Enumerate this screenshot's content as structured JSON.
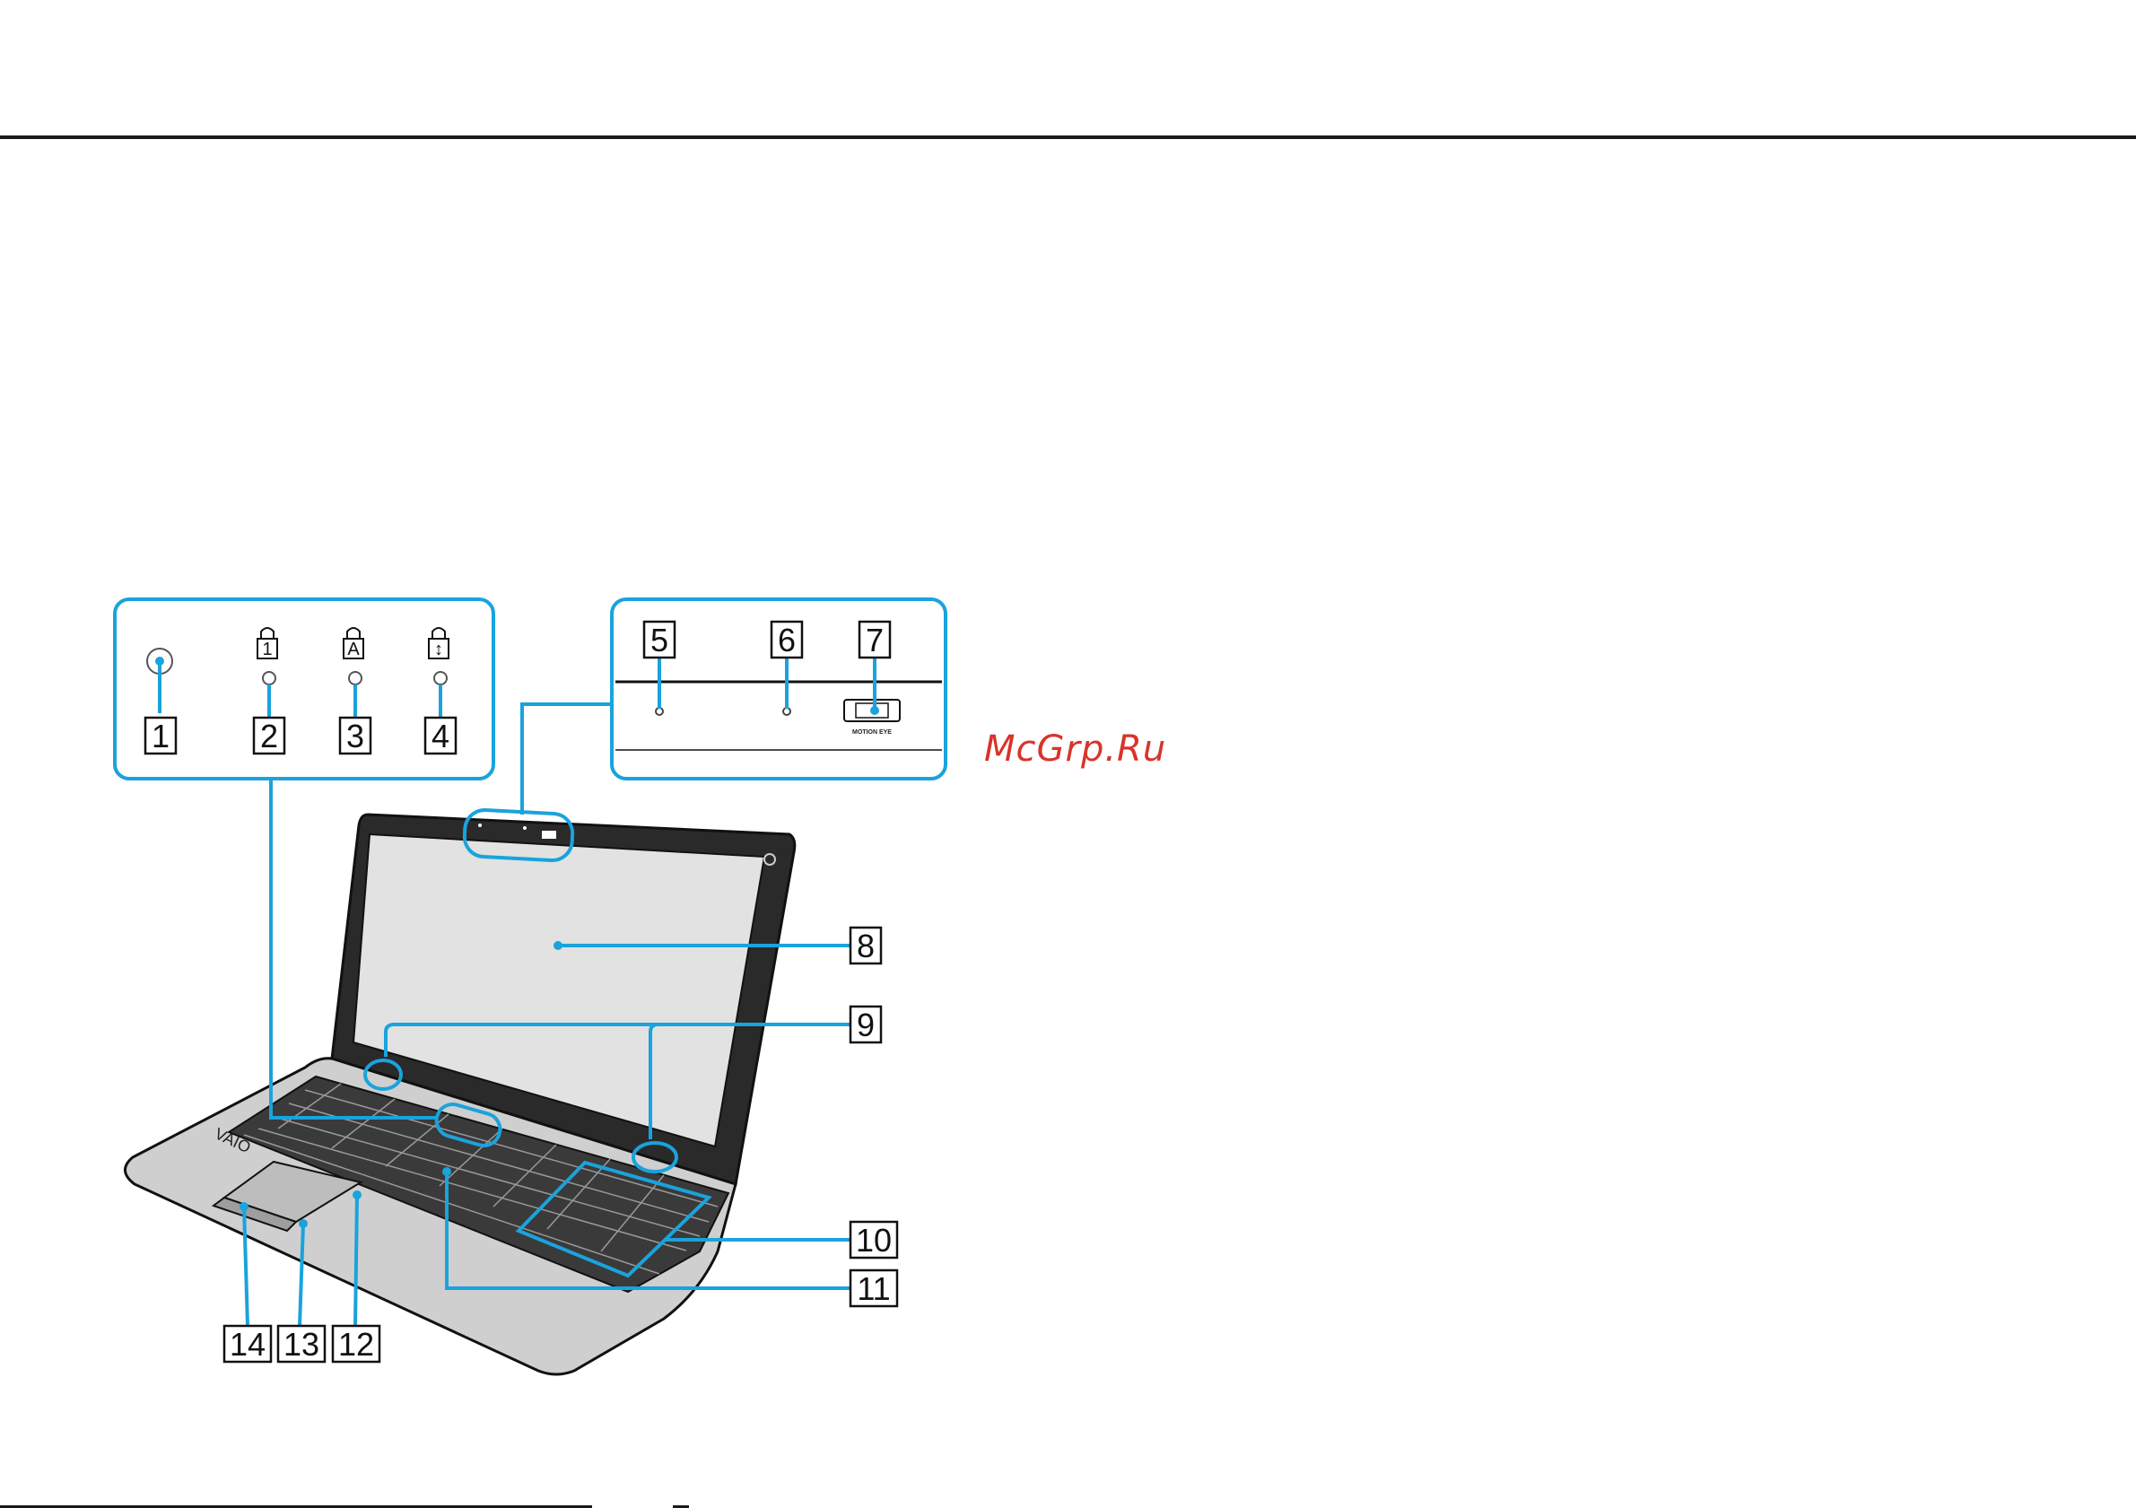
{
  "watermark": "McGrp.Ru",
  "callouts": {
    "c1": "1",
    "c2": "2",
    "c3": "3",
    "c4": "4",
    "c5": "5",
    "c6": "6",
    "c7": "7",
    "c8": "8",
    "c9": "9",
    "c10": "10",
    "c11": "11",
    "c12": "12",
    "c13": "13",
    "c14": "14"
  },
  "indicator_symbols": {
    "num_lock": "1",
    "caps_lock": "A",
    "scroll_lock": "↕"
  },
  "camera_label": "MOTION EYE",
  "colors": {
    "callout_line": "#1aa3dc",
    "rule": "#1a1a1a",
    "watermark": "#d8342a"
  }
}
